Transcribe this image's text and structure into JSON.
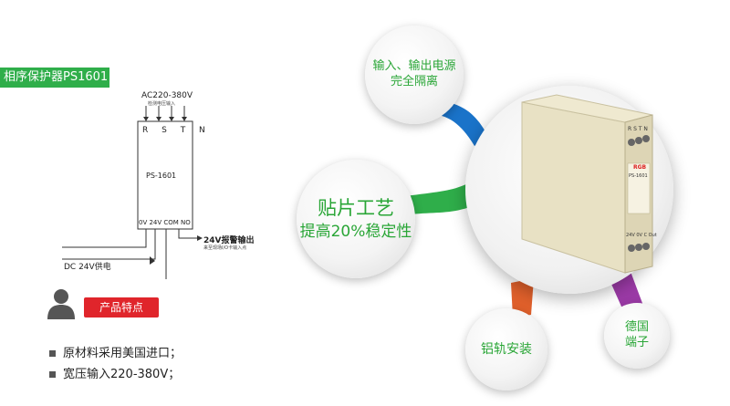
{
  "title": "相序保护器PS1601",
  "diagram": {
    "top_label": "AC220-380V",
    "top_sub_label": "检测电压输入",
    "terminals_top": [
      "R",
      "S",
      "T",
      "N"
    ],
    "model": "PS-1601",
    "terminals_bottom": "0V  24V COM NO",
    "dc_label": "DC 24V供电",
    "alarm_label": "24V报警输出",
    "alarm_sub_label": "来至现场I/O卡输入点"
  },
  "features": {
    "badge": "产品特点",
    "items": [
      "原材料采用美国进口；",
      "宽压输入220-380V；"
    ]
  },
  "bubbles": {
    "io_line1": "输入、输出电源",
    "io_line2": "完全隔离",
    "smt_line1": "贴片工艺",
    "smt_line2": "提高20%稳定性",
    "rail": "铝轨安装",
    "terminal_line1": "德国",
    "terminal_line2": "端子"
  },
  "device": {
    "terminals": "R S T N",
    "brand": "RGB",
    "model": "PS-1601",
    "bottom_terminals": "24V 0V C Out"
  },
  "colors": {
    "green": "#2fae4a",
    "red": "#e0252b",
    "blue": "#1a73c9",
    "purple": "#9b3aa6",
    "orange": "#e0602b",
    "device_beige": "#e8e1c4"
  }
}
